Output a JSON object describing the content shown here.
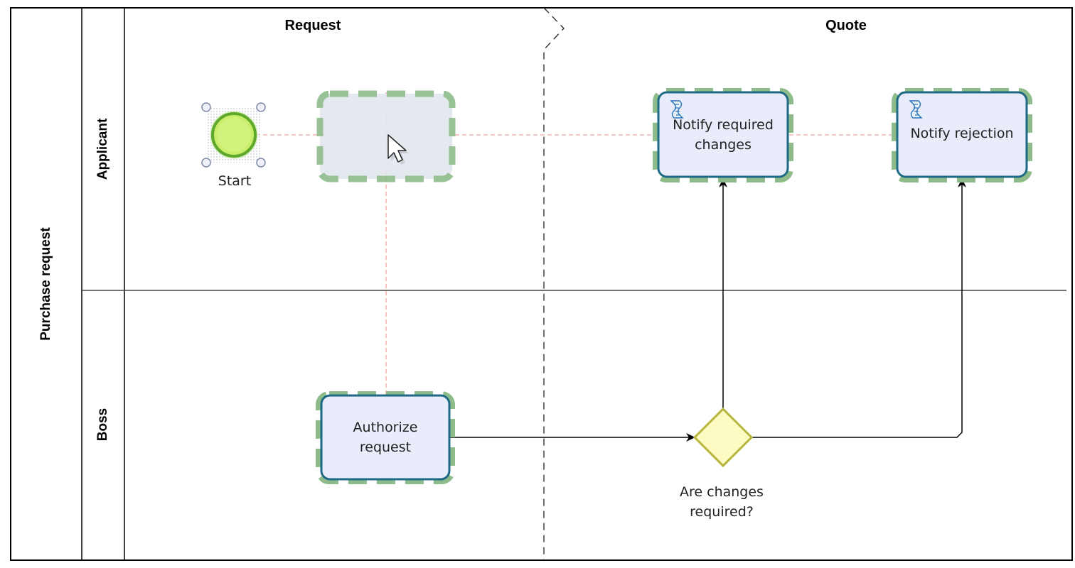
{
  "pool": {
    "label": "Purchase request"
  },
  "lanes": [
    {
      "label": "Applicant"
    },
    {
      "label": "Boss"
    }
  ],
  "phases": [
    {
      "label": "Request"
    },
    {
      "label": "Quote"
    }
  ],
  "events": {
    "start": {
      "label": "Start"
    }
  },
  "tasks": {
    "placeholder": {
      "label": ""
    },
    "authorize": {
      "label": "Authorize request"
    },
    "notify_changes": {
      "label": "Notify required changes",
      "icon": "script-task-icon"
    },
    "notify_rejection": {
      "label": "Notify rejection",
      "icon": "script-task-icon"
    }
  },
  "gateways": {
    "changes": {
      "label": "Are changes required?"
    }
  },
  "colors": {
    "task_fill": "#e8ecfb",
    "task_border": "#1e6a86",
    "highlight": "#8dbb8a",
    "start_fill": "#c8ee6a",
    "start_border": "#5ea82c",
    "gateway_fill": "#fdfbc4",
    "gateway_border": "#b8b43a",
    "guide": "#f08a8a"
  }
}
